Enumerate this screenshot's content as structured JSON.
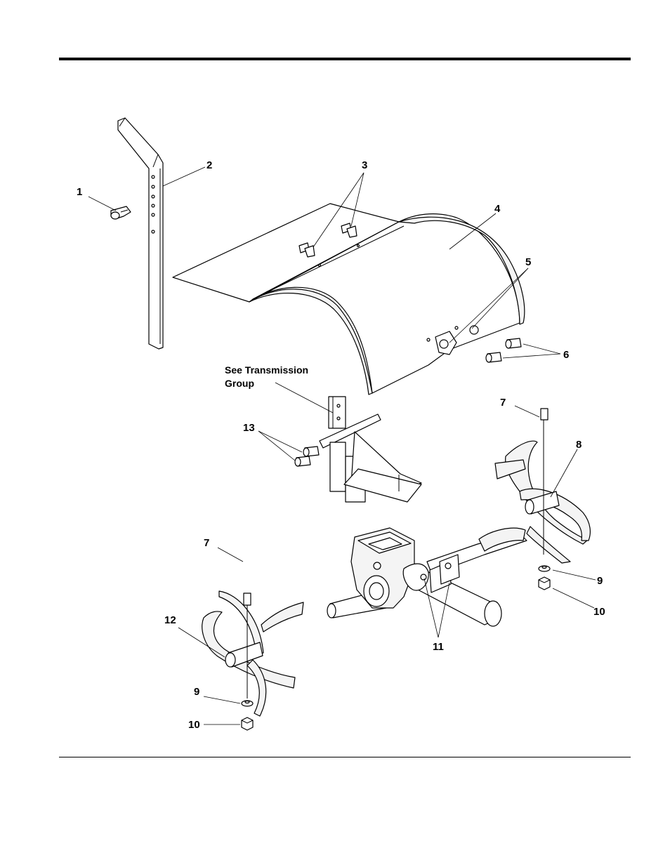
{
  "callouts": {
    "c1": "1",
    "c2": "2",
    "c3": "3",
    "c4": "4",
    "c5": "5",
    "c6": "6",
    "c7a": "7",
    "c7b": "7",
    "c8": "8",
    "c9a": "9",
    "c9b": "9",
    "c10a": "10",
    "c10b": "10",
    "c11": "11",
    "c12": "12",
    "c13": "13"
  },
  "note": {
    "line1": "See Transmission",
    "line2": "Group"
  }
}
